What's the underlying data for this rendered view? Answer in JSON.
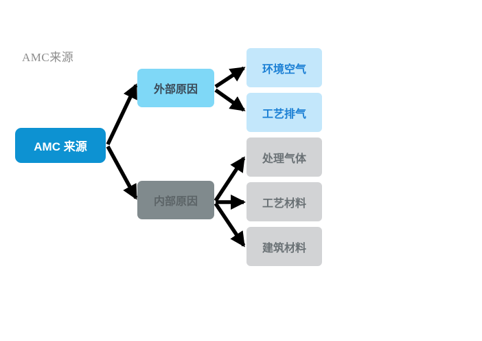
{
  "diagram": {
    "title": "AMC来源",
    "type": "tree-flowchart",
    "root": {
      "label": "AMC 来源",
      "fill": "#0d92d2",
      "text_color": "#ffffff"
    },
    "branches": [
      {
        "label": "外部原因",
        "fill": "#7fd8f7",
        "text_color": "#3b4a57",
        "children": [
          {
            "label": "环境空气",
            "fill": "#c3e7fb",
            "text_color": "#1a7fd4"
          },
          {
            "label": "工艺排气",
            "fill": "#c3e7fb",
            "text_color": "#1a7fd4"
          }
        ]
      },
      {
        "label": "内部原因",
        "fill": "#808a8d",
        "text_color": "#5c6467",
        "children": [
          {
            "label": "处理气体",
            "fill": "#d2d3d5",
            "text_color": "#6a7175"
          },
          {
            "label": "工艺材料",
            "fill": "#d2d3d5",
            "text_color": "#6a7175"
          },
          {
            "label": "建筑材料",
            "fill": "#d2d3d5",
            "text_color": "#6a7175"
          }
        ]
      }
    ],
    "connector_color": "#000000",
    "title_color": "#8d8d8d"
  }
}
